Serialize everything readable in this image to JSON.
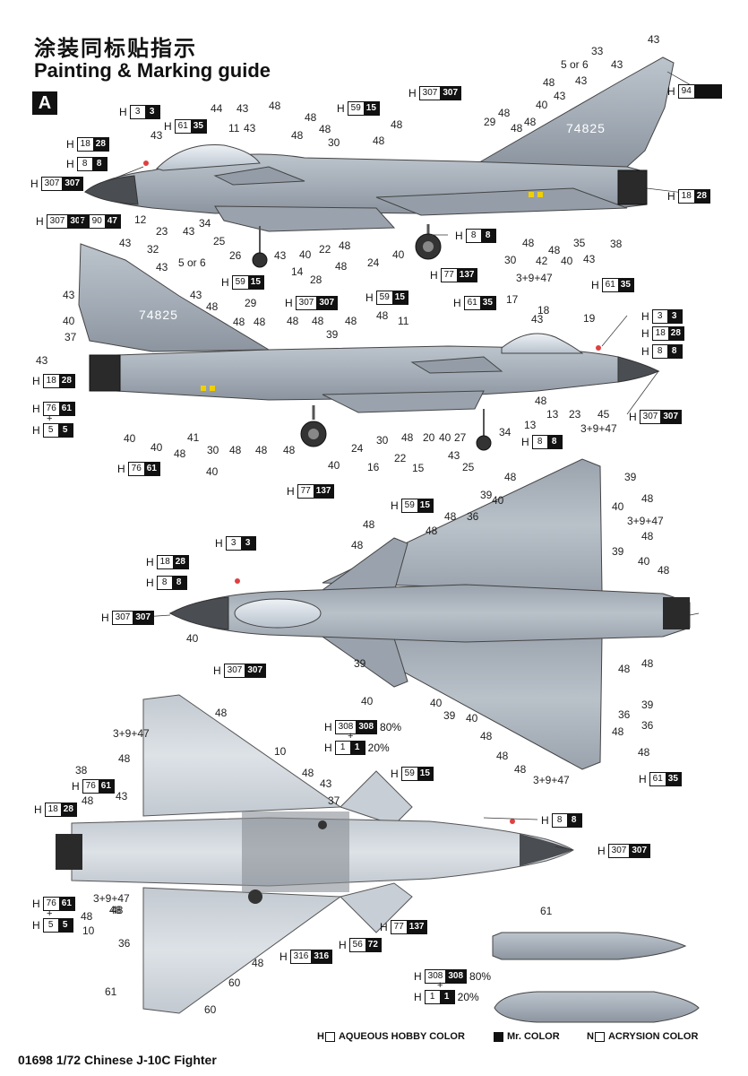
{
  "header": {
    "title_cn": "涂装同标贴指示",
    "title_en": "Painting & Marking guide",
    "section": "A"
  },
  "aircraft": {
    "serial": "74825"
  },
  "colors": {
    "camo_grey": "#a9b2bc",
    "camo_dark": "#8d97a1",
    "canopy": "#dde3ea",
    "radome": "#4a4d52",
    "exhaust": "#2a2a2a",
    "red_light": "#e04040",
    "yellow_mark": "#f0d000"
  },
  "chips": [
    {
      "h": "H",
      "w": "3",
      "k": "3"
    },
    {
      "h": "H",
      "w": "18",
      "k": "28"
    },
    {
      "h": "H",
      "w": "8",
      "k": "8"
    },
    {
      "h": "H",
      "w": "307",
      "k": "307"
    },
    {
      "h": "H",
      "w": "61",
      "k": "35"
    },
    {
      "h": "H",
      "w": "59",
      "k": "15"
    },
    {
      "h": "H",
      "w": "307",
      "k": "307"
    },
    {
      "h": "H",
      "w": "94",
      "k": ""
    },
    {
      "h": "H",
      "w": "18",
      "k": "28"
    },
    {
      "h": "H",
      "w": "8",
      "k": "8"
    },
    {
      "h": "H",
      "w": "77",
      "k": "137"
    },
    {
      "h": "H",
      "w": "61",
      "k": "35"
    },
    {
      "h": "H",
      "w": "59",
      "k": "15"
    },
    {
      "h": "H",
      "w": "307",
      "k": "307"
    },
    {
      "h": "H",
      "w": "90",
      "k": "47"
    },
    {
      "h": "H",
      "w": "59",
      "k": "15"
    },
    {
      "h": "H",
      "w": "307",
      "k": "307"
    },
    {
      "h": "H",
      "w": "61",
      "k": "35"
    },
    {
      "h": "H",
      "w": "3",
      "k": "3"
    },
    {
      "h": "H",
      "w": "18",
      "k": "28"
    },
    {
      "h": "H",
      "w": "8",
      "k": "8"
    },
    {
      "h": "H",
      "w": "18",
      "k": "28"
    },
    {
      "h": "H",
      "w": "76",
      "k": "61"
    },
    {
      "h": "H",
      "w": "5",
      "k": "5"
    },
    {
      "h": "H",
      "w": "307",
      "k": "307"
    },
    {
      "h": "H",
      "w": "8",
      "k": "8"
    },
    {
      "h": "H",
      "w": "76",
      "k": "61"
    },
    {
      "h": "H",
      "w": "77",
      "k": "137"
    },
    {
      "h": "H",
      "w": "59",
      "k": "15"
    },
    {
      "h": "H",
      "w": "3",
      "k": "3"
    },
    {
      "h": "H",
      "w": "18",
      "k": "28"
    },
    {
      "h": "H",
      "w": "8",
      "k": "8"
    },
    {
      "h": "H",
      "w": "307",
      "k": "307"
    },
    {
      "h": "H",
      "w": "307",
      "k": "307"
    },
    {
      "h": "H",
      "w": "61",
      "k": "35"
    },
    {
      "h": "H",
      "w": "308",
      "k": "308",
      "pct": "80%"
    },
    {
      "h": "H",
      "w": "1",
      "k": "1",
      "pct": "20%"
    },
    {
      "h": "H",
      "w": "59",
      "k": "15"
    },
    {
      "h": "H",
      "w": "76",
      "k": "61"
    },
    {
      "h": "H",
      "w": "18",
      "k": "28"
    },
    {
      "h": "H",
      "w": "8",
      "k": "8"
    },
    {
      "h": "H",
      "w": "307",
      "k": "307"
    },
    {
      "h": "H",
      "w": "76",
      "k": "61"
    },
    {
      "h": "H",
      "w": "5",
      "k": "5"
    },
    {
      "h": "H",
      "w": "77",
      "k": "137"
    },
    {
      "h": "H",
      "w": "316",
      "k": "316"
    },
    {
      "h": "H",
      "w": "56",
      "k": "72"
    },
    {
      "h": "H",
      "w": "308",
      "k": "308",
      "pct": "80%"
    },
    {
      "h": "H",
      "w": "1",
      "k": "1",
      "pct": "20%"
    }
  ],
  "callouts": [
    "43",
    "33",
    "43",
    "5 or 6",
    "43",
    "48",
    "40",
    "43",
    "48",
    "44",
    "43",
    "11",
    "43",
    "48",
    "48",
    "30",
    "48",
    "48",
    "48",
    "29",
    "48",
    "48",
    "48",
    "43",
    "23",
    "43",
    "34",
    "25",
    "26",
    "43",
    "14",
    "40",
    "22",
    "48",
    "28",
    "48",
    "24",
    "40",
    "30",
    "42",
    "3+9+47",
    "48",
    "48",
    "40",
    "35",
    "43",
    "38",
    "43",
    "12",
    "32",
    "43",
    "5 or 6",
    "43",
    "43",
    "40",
    "48",
    "29",
    "48",
    "48",
    "48",
    "48",
    "48",
    "48",
    "11",
    "17",
    "18",
    "43",
    "19",
    "43",
    "37",
    "40",
    "40",
    "48",
    "41",
    "30",
    "48",
    "48",
    "48",
    "24",
    "16",
    "22",
    "48",
    "30",
    "15",
    "20",
    "40",
    "27",
    "43",
    "25",
    "34",
    "13",
    "13",
    "23",
    "45",
    "3+9+47",
    "48",
    "40",
    "39",
    "40",
    "48",
    "39",
    "40",
    "48",
    "48",
    "48",
    "48",
    "36",
    "39",
    "48",
    "40",
    "3+9+47",
    "48",
    "39",
    "40",
    "48",
    "40",
    "39",
    "40",
    "48",
    "48",
    "40",
    "39",
    "48",
    "48",
    "40",
    "48",
    "3+9+47",
    "39",
    "36",
    "36",
    "48",
    "48",
    "48",
    "3+9+47",
    "10",
    "48",
    "38",
    "48",
    "43",
    "48",
    "43",
    "37",
    "48",
    "3+9+47",
    "48",
    "48",
    "10",
    "36",
    "48",
    "60",
    "61",
    "60",
    "61"
  ],
  "legend": {
    "aqueous_prefix": "H",
    "aqueous": "AQUEOUS HOBBY COLOR",
    "mr": "Mr. COLOR",
    "acrysion_prefix": "N",
    "acrysion": "ACRYSION COLOR"
  },
  "plus_sign": "+",
  "footer": {
    "text": "01698 1/72 Chinese J-10C Fighter"
  }
}
